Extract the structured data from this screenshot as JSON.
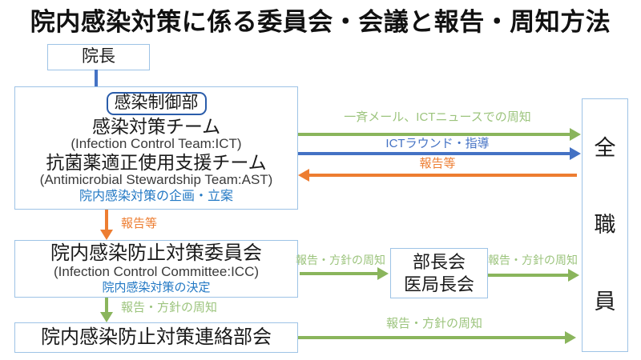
{
  "title": "院内感染対策に係る委員会・会議と報告・周知方法",
  "colors": {
    "green": "#8ab55c",
    "green_label": "#9cc47d",
    "blue": "#4472c4",
    "orange": "#ed7d31",
    "box_border": "#9dc3e6",
    "badge_border": "#2a5caa",
    "blue_text": "#2278c4",
    "ink": "#1a1a1a"
  },
  "boxes": {
    "president": {
      "label": "院長"
    },
    "control_dept": {
      "badge": "感染制御部",
      "ict_name": "感染対策チーム",
      "ict_en": "(Infection Control Team:ICT)",
      "ast_name": "抗菌薬適正使用支援チーム",
      "ast_en": "(Antimicrobial Stewardship Team:AST)",
      "role": "院内感染対策の企画・立案"
    },
    "icc": {
      "name": "院内感染防止対策委員会",
      "en": "(Infection Control Committee:ICC)",
      "role": "院内感染対策の決定"
    },
    "director_meeting": {
      "line1": "部長会",
      "line2": "医局長会"
    },
    "liaison": {
      "name": "院内感染防止対策連絡部会"
    },
    "all_staff": {
      "chars": [
        "全",
        "職",
        "員"
      ]
    }
  },
  "arrow_labels": {
    "mass_email": "一斉メール、ICTニュースでの周知",
    "ict_round": "ICTラウンド・指導",
    "report_to_ict": "報告等",
    "report_to_icc": "報告等",
    "icc_to_directors": "報告・方針の周知",
    "directors_to_staff": "報告・方針の周知",
    "icc_to_liaison": "報告・方針の周知",
    "liaison_to_staff": "報告・方針の周知"
  }
}
